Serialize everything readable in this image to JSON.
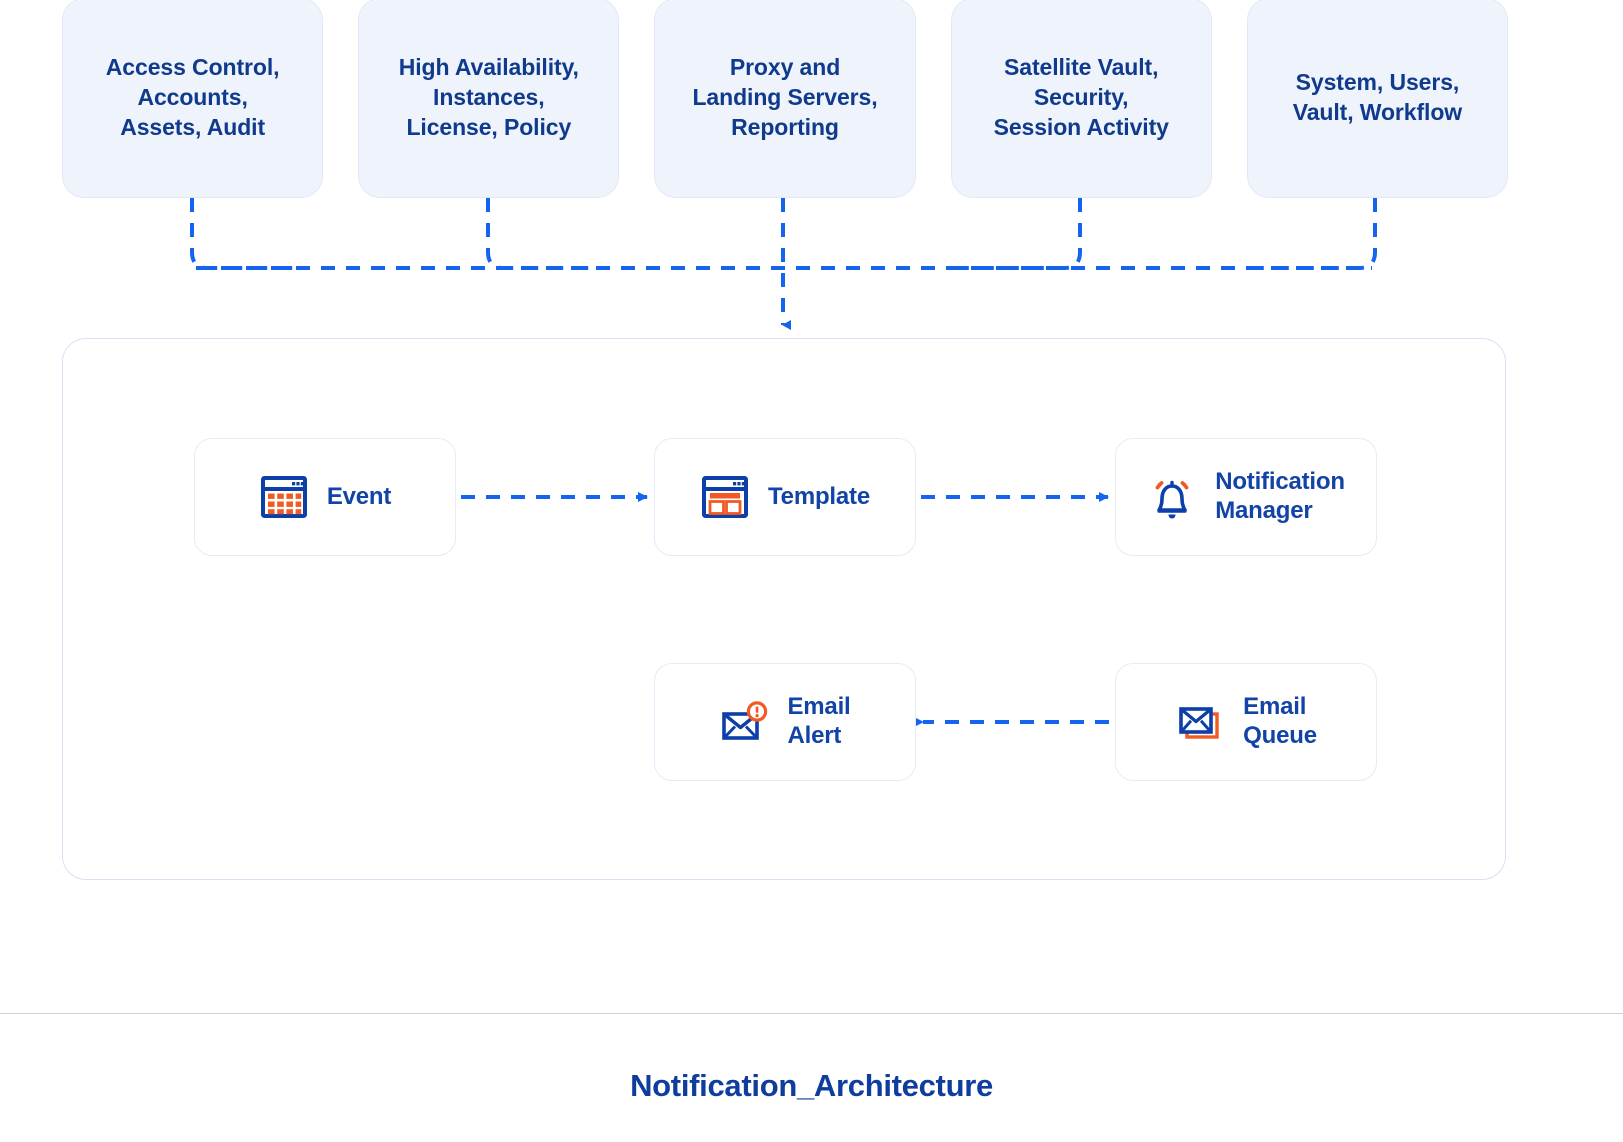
{
  "diagram": {
    "title": "Notification_Architecture",
    "colors": {
      "brand_blue": "#1243a6",
      "accent_orange": "#f15a22",
      "line_blue": "#1464f0",
      "source_box_fill": "#eef3fc",
      "panel_border": "#d8e2f2"
    }
  },
  "sources": [
    {
      "id": "access-control",
      "label": "Access Control,\nAccounts,\nAssets, Audit"
    },
    {
      "id": "high-availability",
      "label": "High Availability,\nInstances,\nLicense, Policy"
    },
    {
      "id": "proxy-landing",
      "label": "Proxy and\nLanding Servers,\nReporting"
    },
    {
      "id": "satellite-vault",
      "label": "Satellite Vault,\nSecurity,\nSession Activity"
    },
    {
      "id": "system-users",
      "label": "System, Users,\nVault, Workflow"
    }
  ],
  "pipeline": {
    "nodes": [
      {
        "id": "event",
        "label": "Event",
        "icon": "calendar-grid-icon"
      },
      {
        "id": "template",
        "label": "Template",
        "icon": "template-window-icon"
      },
      {
        "id": "notification-manager",
        "label": "Notification\nManager",
        "icon": "bell-icon"
      },
      {
        "id": "email-alert",
        "label": "Email\nAlert",
        "icon": "envelope-alert-icon"
      },
      {
        "id": "email-queue",
        "label": "Email\nQueue",
        "icon": "envelope-stack-icon"
      }
    ],
    "connections": [
      {
        "from": "event",
        "to": "template",
        "direction": "right"
      },
      {
        "from": "template",
        "to": "notification-manager",
        "direction": "right"
      },
      {
        "from": "email-queue",
        "to": "email-alert",
        "direction": "left"
      }
    ]
  }
}
